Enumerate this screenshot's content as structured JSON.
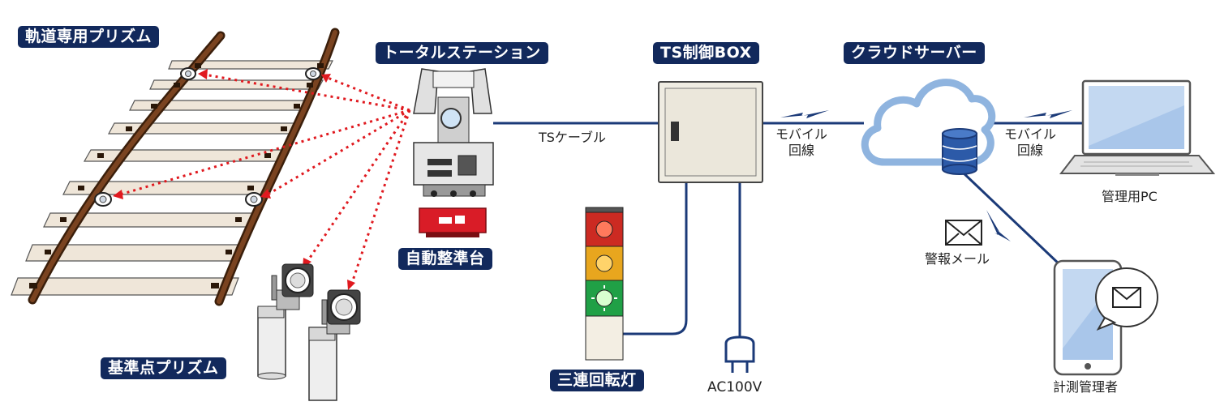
{
  "labels": {
    "track_prism": "軌道専用プリズム",
    "total_station": "トータルステーション",
    "auto_leveler": "自動整準台",
    "base_prism": "基準点プリズム",
    "ts_box": "TS制御BOX",
    "cloud_server": "クラウドサーバー",
    "signal_light": "三連回転灯",
    "ts_cable": "TSケーブル",
    "mobile_line_1": "モバイル\n回線",
    "mobile_line_2": "モバイル\n回線",
    "pc": "管理用PC",
    "alert_mail": "警報メール",
    "ac_power": "AC100V",
    "manager": "計測管理者"
  },
  "icons": [
    "rail-track",
    "prism-icon",
    "total-station-icon",
    "control-box-icon",
    "cloud-icon",
    "database-icon",
    "laptop-icon",
    "tablet-icon",
    "mail-icon",
    "signal-tower-icon",
    "plug-icon",
    "lightning-icon"
  ],
  "colors": {
    "tag_bg": "#12295c",
    "line": "#1b3a78",
    "laser": "#e0191f",
    "rail": "#6b3a18",
    "cloud": "#8fb4df",
    "screen": "#a9c6ea"
  }
}
